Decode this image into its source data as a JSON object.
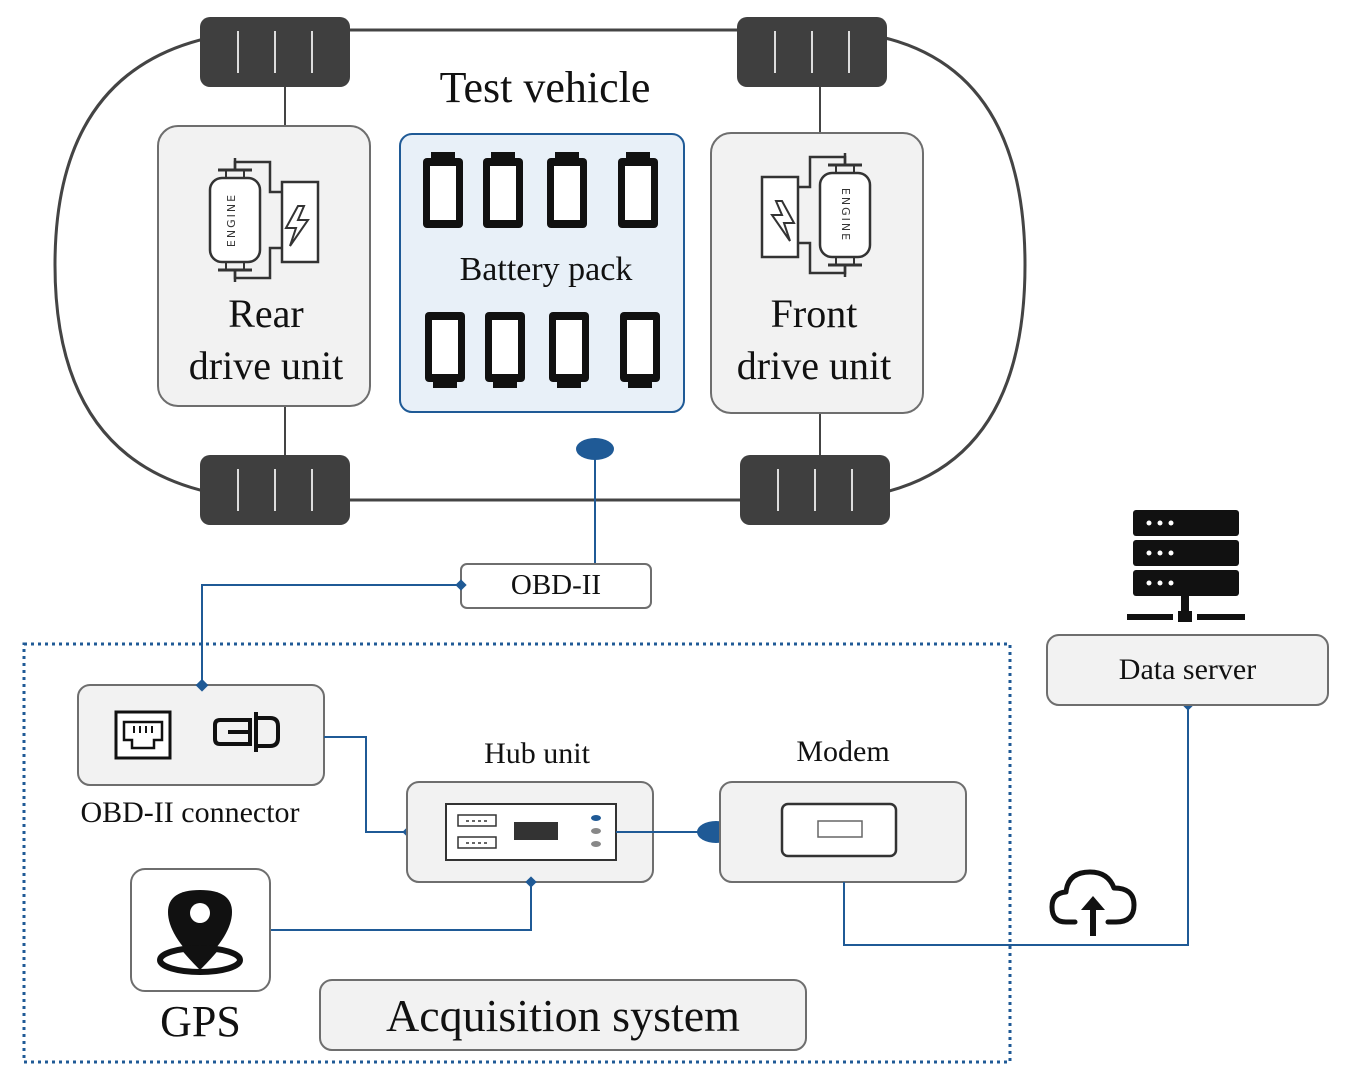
{
  "vehicle": {
    "title": "Test vehicle",
    "rear_unit": {
      "line1": "Rear",
      "line2": "drive unit",
      "engine_text": "ENGINE"
    },
    "front_unit": {
      "line1": "Front",
      "line2": "drive unit",
      "engine_text": "ENGINE"
    },
    "battery_pack": {
      "label": "Battery pack",
      "cell_count": 8
    }
  },
  "obd_port": {
    "label": "OBD-II"
  },
  "acquisition": {
    "system_label": "Acquisition system",
    "obd_connector": {
      "label": "OBD-II connector"
    },
    "hub_unit": {
      "label": "Hub unit"
    },
    "modem": {
      "label": "Modem"
    },
    "gps": {
      "label": "GPS"
    }
  },
  "data_server": {
    "label": "Data server"
  },
  "colors": {
    "accent_blue": "#1f5a96",
    "battery_fill": "#e8f0f8",
    "box_fill": "#f2f2f2",
    "box_stroke": "#6e6e6e",
    "tire": "#3f3f3f",
    "dark": "#111111"
  },
  "icons": [
    "engine-icon",
    "battery-cell-icon",
    "ethernet-port-icon",
    "obd-plug-icon",
    "location-pin-icon",
    "cloud-upload-icon",
    "server-rack-icon"
  ]
}
